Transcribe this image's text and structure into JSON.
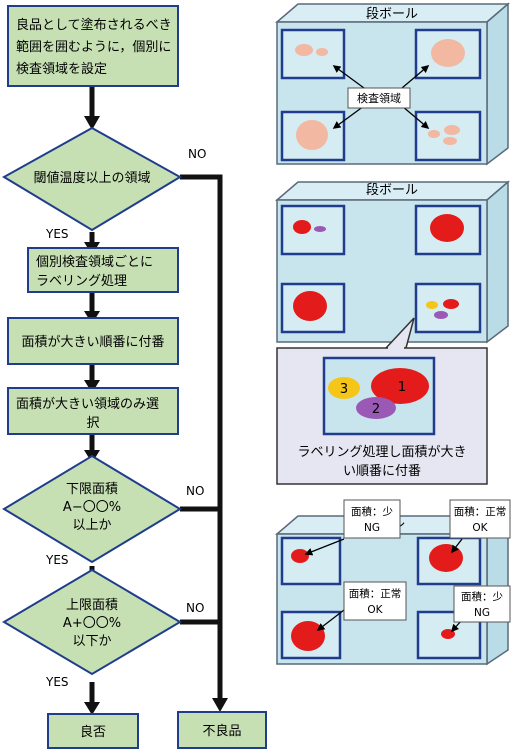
{
  "flow": {
    "step1": [
      "良品として塗布されるべき",
      "範囲を囲むように，個別に",
      "検査領域を設定"
    ],
    "dec1": "閾値温度以上の領域",
    "step2": [
      "個別検査領域ごとに",
      "ラベリング処理"
    ],
    "step3": "面積が大きい順番に付番",
    "step4": [
      "面積が大きい領域のみ選",
      "択"
    ],
    "dec2": [
      "下限面積",
      "A−〇〇%",
      "以上か"
    ],
    "dec3": [
      "上限面積",
      "A+〇〇%",
      "以下か"
    ],
    "yes": "YES",
    "no": "NO",
    "good": "良否",
    "bad": "不良品"
  },
  "panel1": {
    "title": "段ボール",
    "label": "検査領域"
  },
  "panel2": {
    "title": "段ボール",
    "badges": [
      "3",
      "1",
      "2"
    ],
    "caption": [
      "ラベリング処理し面積が大き",
      "い順番に付番"
    ]
  },
  "panel3": {
    "title_fragment": "ール",
    "callouts": [
      [
        "面積：少",
        "NG"
      ],
      [
        "面積：正常",
        "OK"
      ],
      [
        "面積：正常",
        "OK"
      ],
      [
        "面積：少",
        "NG"
      ]
    ]
  },
  "colors": {
    "green": "#c6e0b4",
    "panel": "#c8e4ec",
    "navy": "#1f3d8c",
    "red": "#e41b1b",
    "peach": "#f2b8a2",
    "purple": "#9b59b6",
    "yellow": "#f5c518"
  }
}
